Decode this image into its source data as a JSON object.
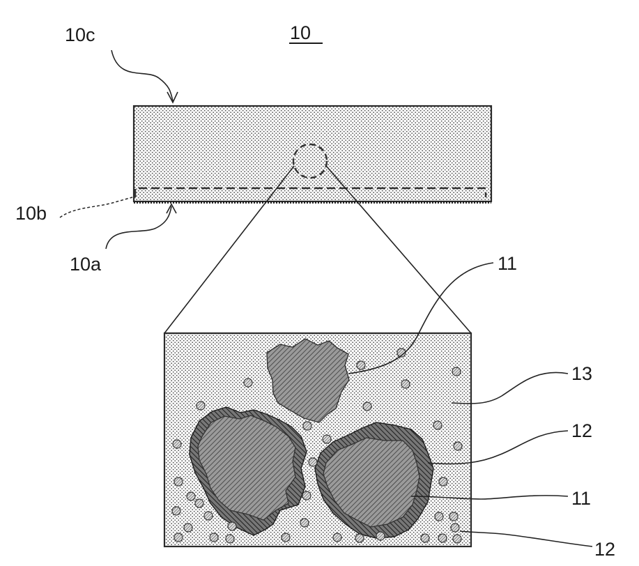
{
  "figure": {
    "title": "10",
    "labels": {
      "top_surface": "10c",
      "boundary_layer": "10b",
      "bottom_surface": "10a",
      "particle_upper": "11",
      "matrix": "13",
      "coating_upper": "12",
      "particle_lower": "11",
      "small_particles": "12"
    }
  },
  "colors": {
    "stroke": "#2a2a2a",
    "stipple_fill": "#bdbdbd",
    "hatch_dark": "#3a3a3a",
    "background": "#ffffff"
  }
}
